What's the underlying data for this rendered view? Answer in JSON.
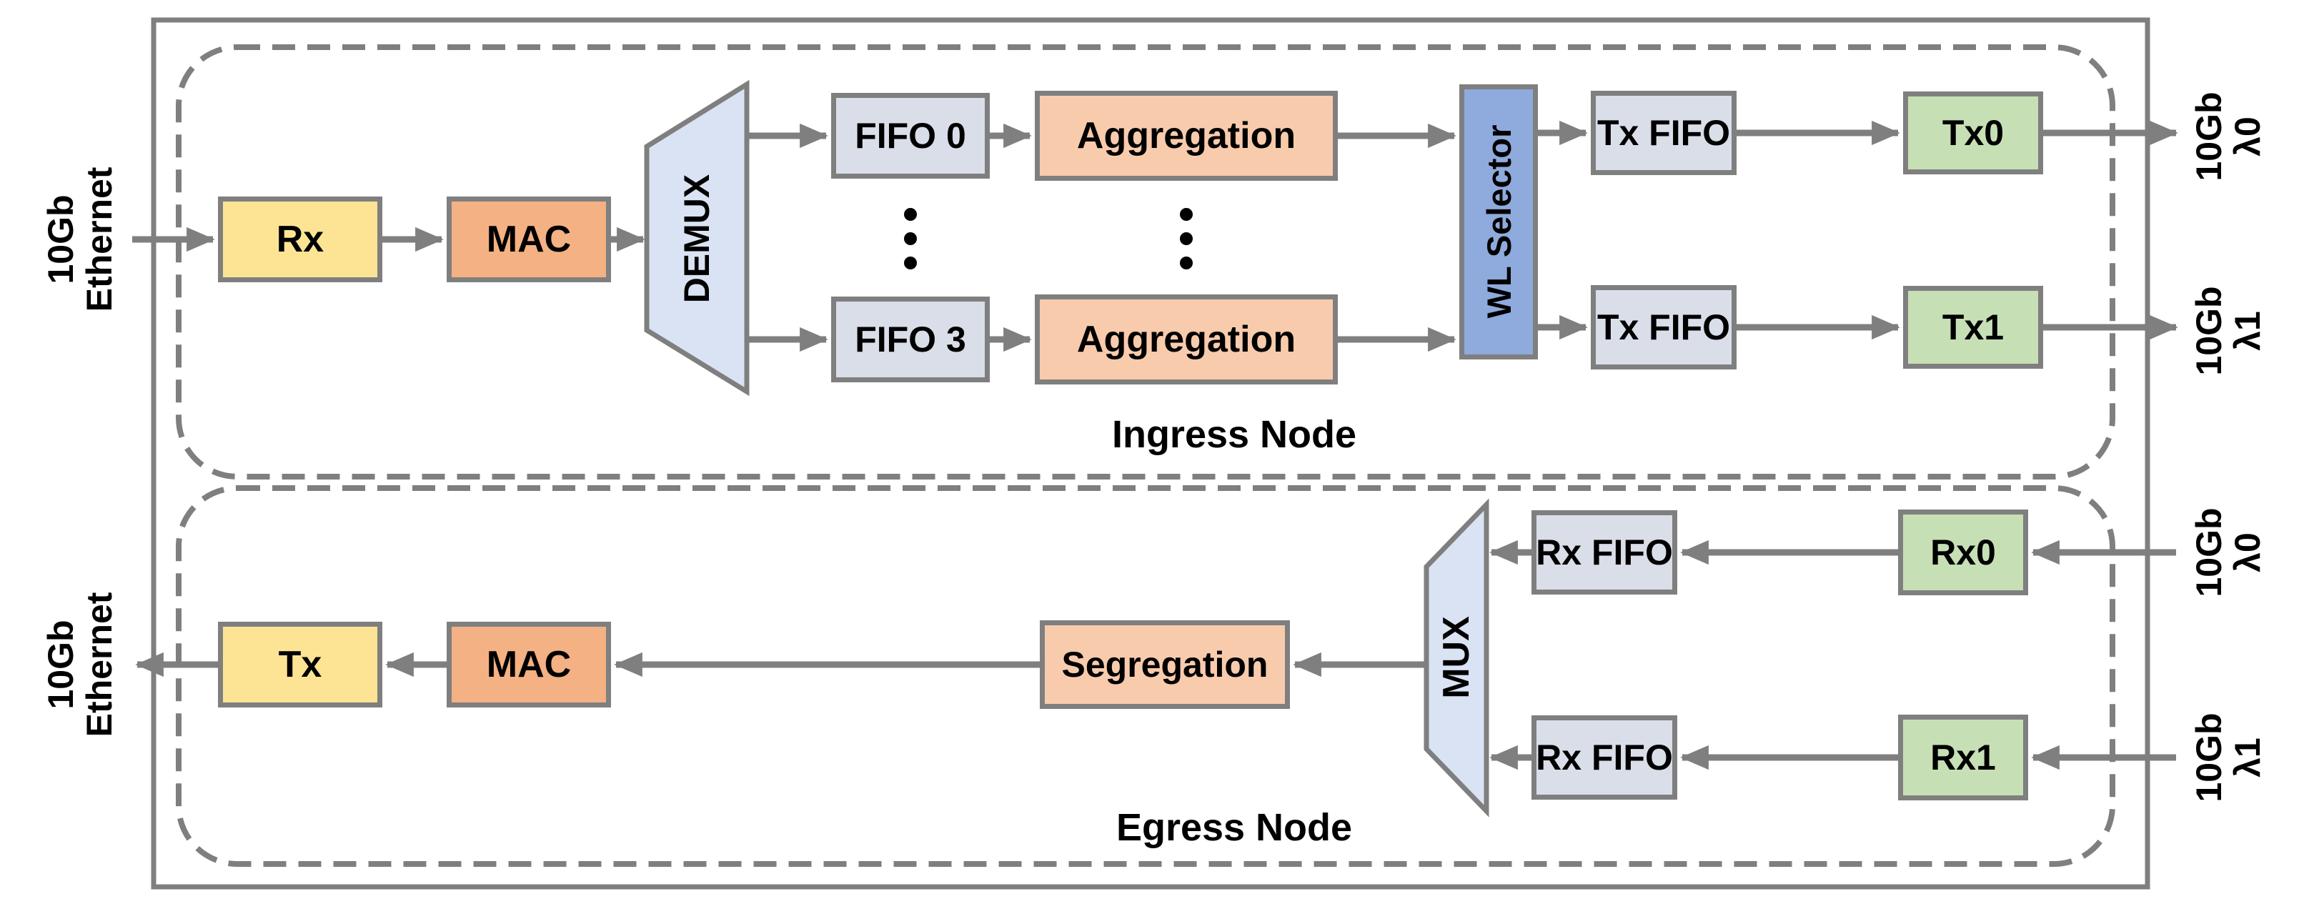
{
  "diagram": {
    "ingress": {
      "label": "Ingress Node",
      "rx": "Rx",
      "mac": "MAC",
      "demux": "DEMUX",
      "fifo0": "FIFO 0",
      "fifo3": "FIFO 3",
      "aggregation_top": "Aggregation",
      "aggregation_bottom": "Aggregation",
      "wl_selector": "WL Selector",
      "tx_fifo_top": "Tx FIFO",
      "tx_fifo_bottom": "Tx FIFO",
      "tx0": "Tx0",
      "tx1": "Tx1"
    },
    "egress": {
      "label": "Egress Node",
      "rx0": "Rx0",
      "rx1": "Rx1",
      "rx_fifo_top": "Rx FIFO",
      "rx_fifo_bottom": "Rx FIFO",
      "mux": "MUX",
      "segregation": "Segregation",
      "mac": "MAC",
      "tx": "Tx"
    },
    "io_labels": {
      "ingress_in": {
        "line1": "10Gb",
        "line2": "Ethernet"
      },
      "ingress_out_top": {
        "line1": "10Gb",
        "line2": "λ0"
      },
      "ingress_out_bottom": {
        "line1": "10Gb",
        "line2": "λ1"
      },
      "egress_in_top": {
        "line1": "10Gb",
        "line2": "λ0"
      },
      "egress_in_bottom": {
        "line1": "10Gb",
        "line2": "λ1"
      },
      "egress_out": {
        "line1": "10Gb",
        "line2": "Ethernet"
      }
    }
  },
  "colors": {
    "box_border": "#7F7F7F",
    "line": "#7F7F7F",
    "yellow": "#FDE495",
    "orange": "#F4B183",
    "peach": "#F8CBAD",
    "fifo_gray": "#D9DEE9",
    "selector_blue": "#8FAADC",
    "green": "#C7DFB5",
    "trapezoid_blue": "#DAE3F3",
    "text": "#000000"
  }
}
